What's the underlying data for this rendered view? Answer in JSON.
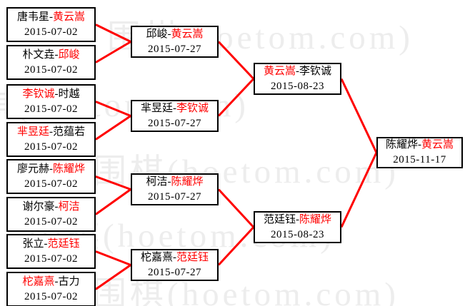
{
  "watermark": {
    "text": "围棋(hoetom.com)",
    "color": "#ededed"
  },
  "colors": {
    "connector": "#ff0000",
    "winner_text": "#ff0000",
    "box_border": "#000000",
    "background": "#ffffff"
  },
  "bracket": {
    "rounds": [
      {
        "name": "round-of-16",
        "matches": [
          {
            "parts": [
              {
                "text": "唐韦星-",
                "red": false
              },
              {
                "text": "黄云嵩",
                "red": true
              }
            ],
            "date": "2015-07-02"
          },
          {
            "parts": [
              {
                "text": "朴文垚-",
                "red": false
              },
              {
                "text": "邱峻",
                "red": true
              }
            ],
            "date": "2015-07-02"
          },
          {
            "parts": [
              {
                "text": "李钦诚",
                "red": true
              },
              {
                "text": "-时越",
                "red": false
              }
            ],
            "date": "2015-07-02"
          },
          {
            "parts": [
              {
                "text": "芈昱廷",
                "red": true
              },
              {
                "text": "-范蕴若",
                "red": false
              }
            ],
            "date": "2015-07-02"
          },
          {
            "parts": [
              {
                "text": "廖元赫-",
                "red": false
              },
              {
                "text": "陈耀烨",
                "red": true
              }
            ],
            "date": "2015-07-02"
          },
          {
            "parts": [
              {
                "text": "谢尔豪-",
                "red": false
              },
              {
                "text": "柯洁",
                "red": true
              }
            ],
            "date": "2015-07-02"
          },
          {
            "parts": [
              {
                "text": "张立-",
                "red": false
              },
              {
                "text": "范廷钰",
                "red": true
              }
            ],
            "date": "2015-07-02"
          },
          {
            "parts": [
              {
                "text": "柁嘉熹",
                "red": true
              },
              {
                "text": "-古力",
                "red": false
              }
            ],
            "date": "2015-07-02"
          }
        ]
      },
      {
        "name": "quarterfinals",
        "matches": [
          {
            "parts": [
              {
                "text": "邱峻-",
                "red": false
              },
              {
                "text": "黄云嵩",
                "red": true
              }
            ],
            "date": "2015-07-27"
          },
          {
            "parts": [
              {
                "text": "芈昱廷-",
                "red": false
              },
              {
                "text": "李钦诚",
                "red": true
              }
            ],
            "date": "2015-07-27"
          },
          {
            "parts": [
              {
                "text": "柯洁-",
                "red": false
              },
              {
                "text": "陈耀烨",
                "red": true
              }
            ],
            "date": "2015-07-27"
          },
          {
            "parts": [
              {
                "text": "柁嘉熹-",
                "red": false
              },
              {
                "text": "范廷钰",
                "red": true
              }
            ],
            "date": "2015-07-27"
          }
        ]
      },
      {
        "name": "semifinals",
        "matches": [
          {
            "parts": [
              {
                "text": "黄云嵩",
                "red": true
              },
              {
                "text": "-李钦诚",
                "red": false
              }
            ],
            "date": "2015-08-23"
          },
          {
            "parts": [
              {
                "text": "范廷钰-",
                "red": false
              },
              {
                "text": "陈耀烨",
                "red": true
              }
            ],
            "date": "2015-08-23"
          }
        ]
      },
      {
        "name": "final",
        "matches": [
          {
            "parts": [
              {
                "text": "陈耀烨-",
                "red": false
              },
              {
                "text": "黄云嵩",
                "red": true
              }
            ],
            "date": "2015-11-17"
          }
        ]
      }
    ]
  }
}
